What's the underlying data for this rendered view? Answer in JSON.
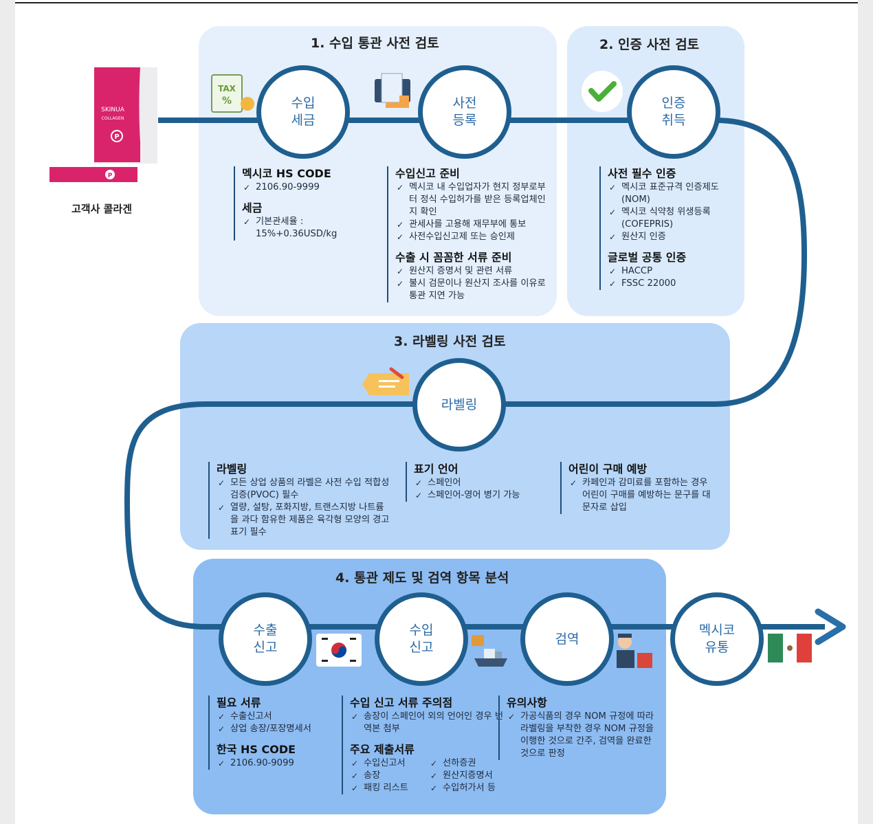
{
  "product": {
    "name": "고객사 콜라겐",
    "brand": "SKINUA",
    "sub": "COLLAGEN"
  },
  "sections": {
    "s1": {
      "title": "1. 수입 통관 사전 검토"
    },
    "s2": {
      "title": "2. 인증 사전 검토"
    },
    "s3": {
      "title": "3. 라벨링 사전 검토"
    },
    "s4": {
      "title": "4. 통관 제도 및 검역 항목 분석"
    }
  },
  "steps": {
    "import_tax": [
      "수입",
      "세금"
    ],
    "pre_register": [
      "사전",
      "등록"
    ],
    "cert": [
      "인증",
      "취득"
    ],
    "labeling": [
      "라벨링"
    ],
    "export_decl": [
      "수출",
      "신고"
    ],
    "import_decl": [
      "수입",
      "신고"
    ],
    "quarantine": [
      "검역"
    ],
    "mexico_dist": [
      "멕시코",
      "유통"
    ]
  },
  "icons": {
    "tax_text": [
      "TAX",
      "%"
    ]
  },
  "blocks": {
    "hs_mx": {
      "title": "멕시코 HS CODE",
      "items": [
        "2106.90-9999"
      ]
    },
    "tax": {
      "title": "세금",
      "items": [
        "기본관세율 : 15%+0.36USD/kg"
      ]
    },
    "import_prep": {
      "title": "수입신고 준비",
      "items": [
        "멕시코 내 수입업자가 현지 정부로부터 정식 수입허가를 받은 등록업체인지 확인",
        "관세사를 고용해 재무부에 통보",
        "사전수입신고제 또는 승인제"
      ]
    },
    "export_docs": {
      "title": "수출 시 꼼꼼한 서류 준비",
      "items": [
        "원산지 증명서 및 관련 서류",
        "불시 검문이나 원산지 조사를 이유로 통관 지연 가능"
      ]
    },
    "pre_cert": {
      "title": "사전 필수 인증",
      "items": [
        "멕시코 표준규격 인증제도(NOM)",
        "멕시코 식약청 위생등록(COFEPRIS)",
        "원산지 인증"
      ]
    },
    "global_cert": {
      "title": "글로벌 공통 인증",
      "items": [
        "HACCP",
        "FSSC 22000"
      ]
    },
    "labeling": {
      "title": "라벨링",
      "items": [
        "모든 상업 상품의 라벨은 사전 수입 적합성 검증(PVOC) 필수",
        "열량, 설탕, 포화지방, 트랜스지방 나트륨을 과다 함유한 제품은 육각형 모양의 경고 표기 필수"
      ]
    },
    "language": {
      "title": "표기 언어",
      "items": [
        "스페인어",
        "스페인어-영어 병기 가능"
      ]
    },
    "child": {
      "title": "어린이 구매 예방",
      "items": [
        "카페인과 감미료를 포함하는 경우 어린이 구매를 예방하는 문구를 대문자로 삽입"
      ]
    },
    "req_docs": {
      "title": "필요 서류",
      "items": [
        "수출신고서",
        "상업 송장/포장명세서"
      ]
    },
    "hs_kr": {
      "title": "한국 HS CODE",
      "items": [
        "2106.90-9099"
      ]
    },
    "import_notes": {
      "title": "수입 신고 서류 주의점",
      "items": [
        "송장이 스페인어 외의 언어인 경우 번역본 첨부"
      ]
    },
    "main_docs": {
      "title": "주요 제출서류",
      "col1": [
        "수입신고서",
        "송장",
        "패킹 리스트"
      ],
      "col2": [
        "선하증권",
        "원산지증명서",
        "수입허가서 등"
      ]
    },
    "caution": {
      "title": "유의사항",
      "items": [
        "가공식품의 경우 NOM 규정에 따라 라벨링을 부착한 경우 NOM 규정을 이행한 것으로 간주, 검역을 완료한 것으로 판정"
      ]
    }
  },
  "colors": {
    "flow_line": "#1f5f8f",
    "circle_text": "#2a6aa6",
    "arrow": "#2a6fa8"
  }
}
